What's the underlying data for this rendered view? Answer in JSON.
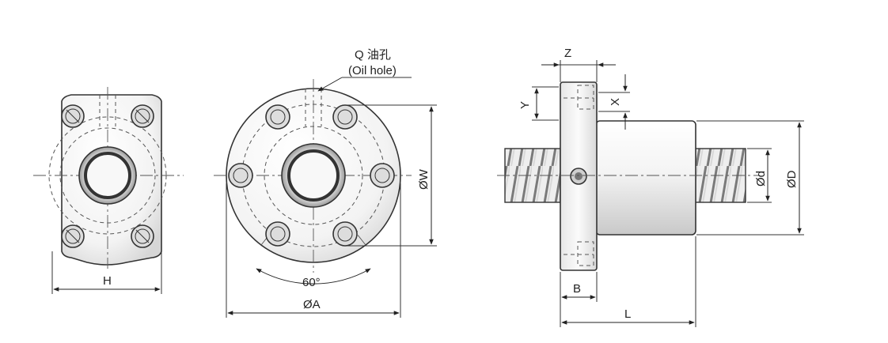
{
  "diagram": {
    "oil_hole_label_cn": "Q 油孔",
    "oil_hole_label_en": "(Oil hole)",
    "dim_H": "H",
    "dim_A": "ØA",
    "dim_W": "ØW",
    "angle": "60°",
    "dim_Z": "Z",
    "dim_Y": "Y",
    "dim_X": "X",
    "dim_B": "B",
    "dim_L": "L",
    "dim_d": "Ød",
    "dim_D": "ØD"
  },
  "colors": {
    "line": "#333333",
    "metal_light": "#f2f2f2",
    "metal_dark": "#b5b5b5"
  }
}
